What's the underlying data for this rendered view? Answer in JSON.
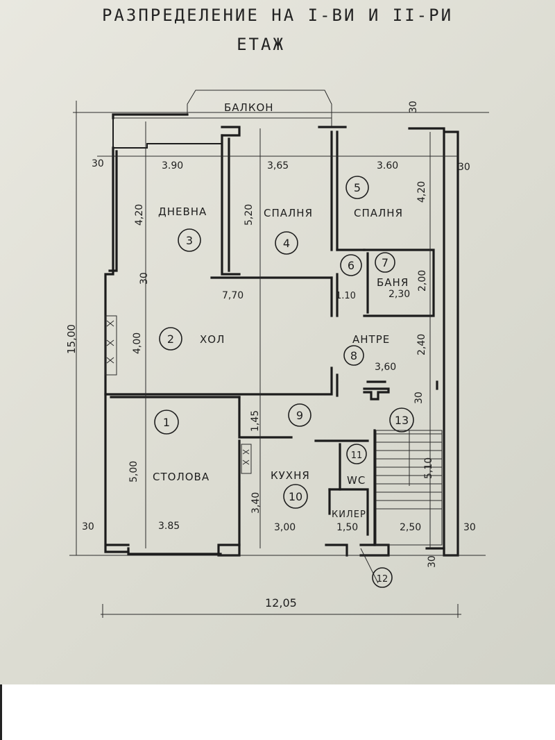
{
  "title_line1": "РАЗПРЕДЕЛЕНИЕ НА I-ВИ И II-РИ",
  "title_line2": "ЕТАЖ",
  "labels": {
    "balcony": "БАЛКОН",
    "room3": "ДНЕВНА",
    "room4": "СПАЛНЯ",
    "room5": "СПАЛНЯ",
    "room7": "БАНЯ",
    "room2": "ХОЛ",
    "room8": "АНТРЕ",
    "room1": "СТОЛОВА",
    "room10": "КУХНЯ",
    "room11": "WC",
    "room12": "КИЛЕР"
  },
  "numbers": [
    "1",
    "2",
    "3",
    "4",
    "5",
    "6",
    "7",
    "8",
    "9",
    "10",
    "11",
    "12",
    "13"
  ],
  "dims": {
    "wall_30_tl": "30",
    "w_390": "3.90",
    "w_365": "3,65",
    "w_360_top": "3.60",
    "wall_30_tr": "30",
    "wall_30_r": "30",
    "h_420_left": "4,20",
    "h_520": "5,20",
    "h_420_right": "4,20",
    "wall_30_mid": "30",
    "w_770": "7,70",
    "w_110": "1.10",
    "h_200": "2,00",
    "w_230": "2,30",
    "total_h": "15,00",
    "h_400": "4,00",
    "h_240": "2,40",
    "w_360_mid": "3,60",
    "wall_30_stair": "30",
    "h_145": "1,45",
    "h_500": "5,00",
    "h_340": "3,40",
    "h_510": "5,10",
    "wall_30_bl": "30",
    "w_385": "3.85",
    "w_300": "3,00",
    "w_150": "1,50",
    "w_250": "2,50",
    "wall_30_br": "30",
    "wall_30_b": "30",
    "total_w": "12,05"
  }
}
